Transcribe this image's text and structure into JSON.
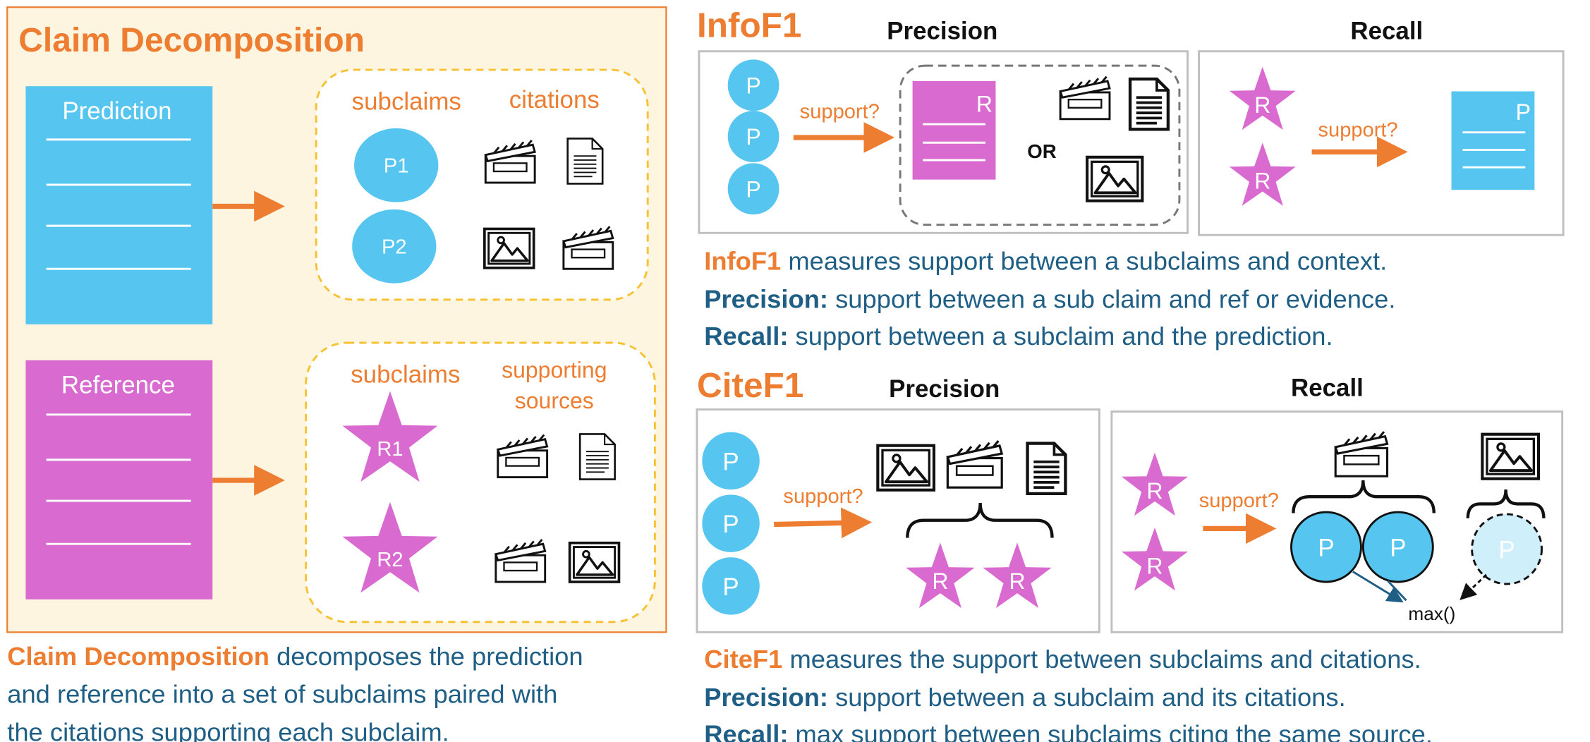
{
  "claim_decomposition": {
    "title": "Claim Decomposition",
    "prediction_label": "Prediction",
    "reference_label": "Reference",
    "pred_group": {
      "subclaims_header": "subclaims",
      "citations_header": "citations",
      "subclaims": [
        "P1",
        "P2"
      ]
    },
    "ref_group": {
      "subclaims_header": "subclaims",
      "sources_header_line1": "supporting",
      "sources_header_line2": "sources",
      "subclaims": [
        "R1",
        "R2"
      ]
    },
    "caption": {
      "lead": "Claim Decomposition",
      "line1_rest": " decomposes the prediction",
      "line2": "and reference into a set of subclaims paired with",
      "line3": "the citations supporting each subclaim."
    }
  },
  "infof1": {
    "title": "InfoF1",
    "precision_header": "Precision",
    "recall_header": "Recall",
    "support_label": "support?",
    "or_label": "OR",
    "p_label": "P",
    "r_label": "R",
    "caption": {
      "lead": "InfoF1",
      "line1_rest": " measures support between a subclaims and context.",
      "precision_lead": "Precision:",
      "precision_rest": " support between a sub claim and ref or evidence.",
      "recall_lead": "Recall:",
      "recall_rest": " support between a subclaim and the prediction."
    }
  },
  "citef1": {
    "title": "CiteF1",
    "precision_header": "Precision",
    "recall_header": "Recall",
    "support_label": "support?",
    "max_label": "max()",
    "p_label": "P",
    "r_label": "R",
    "caption": {
      "lead": "CiteF1",
      "line1_rest": " measures the support between subclaims and citations.",
      "precision_lead": "Precision:",
      "precision_rest": " support between a subclaim and its citations.",
      "recall_lead": "Recall:",
      "recall_rest": " max support between subclaims citing the same source."
    }
  },
  "colors": {
    "orange": "#ED7D31",
    "blue": "#56C5F0",
    "magenta": "#D96BD0",
    "teal": "#1F5F86",
    "panel_bg": "#FEF5E1",
    "gold": "#F6C233",
    "grey": "#BFBFBF"
  },
  "icons": [
    "clapperboard-icon",
    "document-icon",
    "image-icon",
    "star-icon",
    "arrow-icon"
  ]
}
